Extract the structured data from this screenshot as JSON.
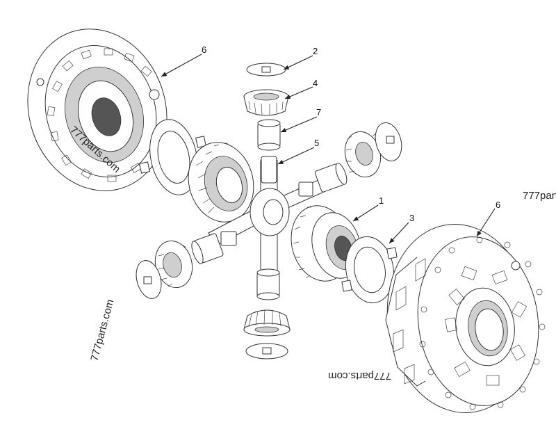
{
  "diagram": {
    "part_labels": [
      "1",
      "2",
      "3",
      "4",
      "5",
      "6",
      "6",
      "7"
    ],
    "watermarks": [
      "777parts.com",
      "777part",
      "777parts.com",
      "777parts.com"
    ]
  }
}
